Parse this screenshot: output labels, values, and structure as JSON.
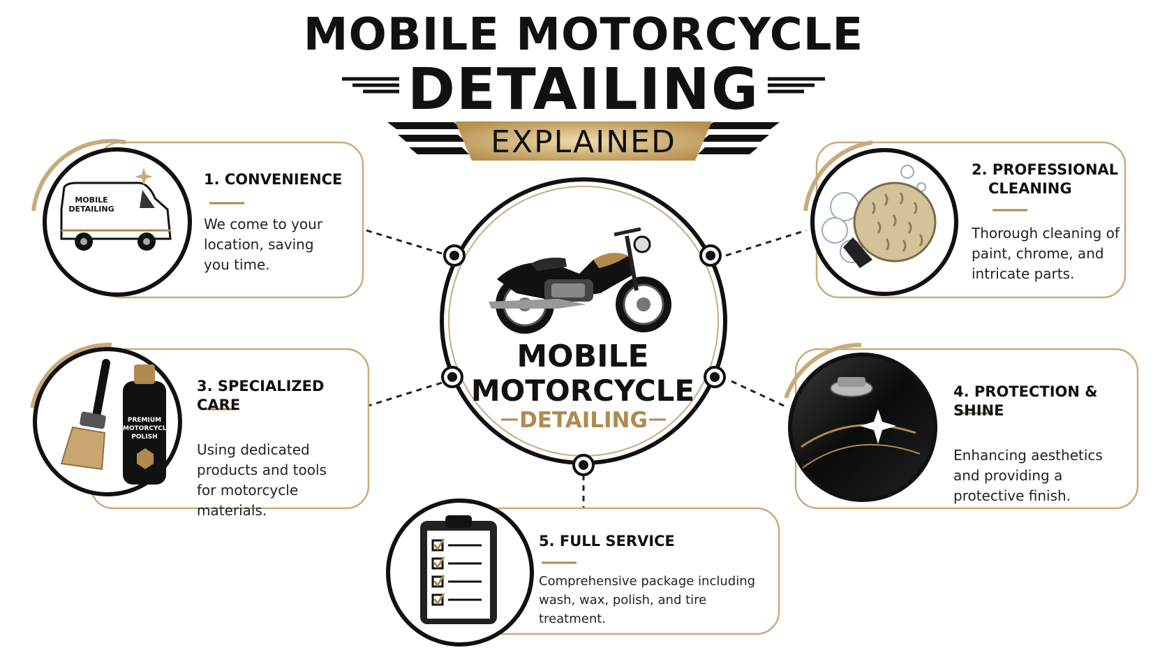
{
  "header": {
    "title_line1": "MOBILE MOTORCYCLE",
    "title_line2": "DETAILING",
    "banner": "EXPLAINED"
  },
  "center": {
    "line1": "MOBILE",
    "line2": "MOTORCYCLE",
    "line3": "DETAILING"
  },
  "cards": [
    {
      "title": "1. CONVENIENCE",
      "lines": [
        "We come to your",
        "location, saving",
        "you time."
      ],
      "illustration": {
        "van_text_1": "MOBILE",
        "van_text_2": "DETAILING"
      }
    },
    {
      "title_lines": [
        "2. PROFESSIONAL",
        "CLEANING"
      ],
      "lines": [
        "Thorough cleaning of",
        "paint, chrome, and",
        "intricate parts."
      ]
    },
    {
      "title": "3. SPECIALIZED CARE",
      "lines": [
        "Using dedicated",
        "products and tools",
        "for motorcycle",
        "materials."
      ],
      "illustration": {
        "bottle_text_1": "PREMIUM",
        "bottle_text_2": "MOTORCYCLE",
        "bottle_text_3": "POLISH"
      }
    },
    {
      "title": "4. PROTECTION & SHINE",
      "lines": [
        "Enhancing aesthetics",
        "and providing a",
        "protective finish."
      ]
    },
    {
      "title": "5. FULL SERVICE",
      "lines": [
        "Comprehensive package including",
        "wash, wax, polish, and tire treatment."
      ]
    }
  ],
  "colors": {
    "gold": "#b08a4e",
    "ink": "#111111"
  }
}
